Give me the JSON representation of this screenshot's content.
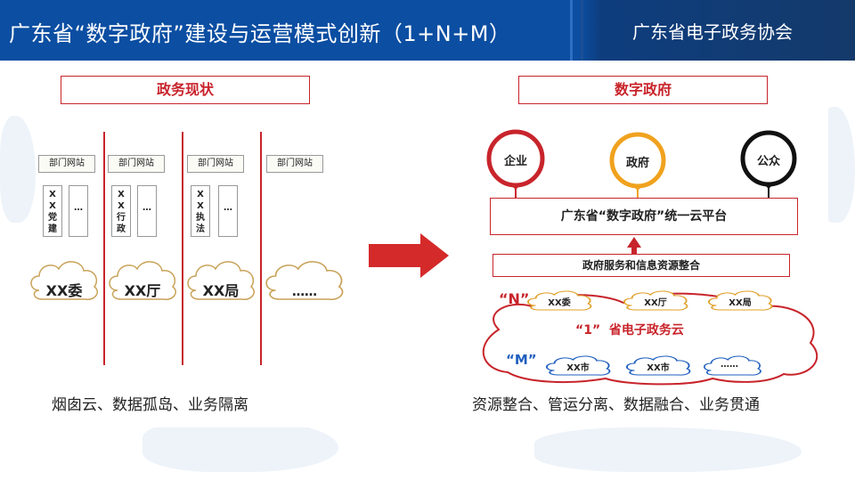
{
  "header": {
    "title": "广东省“数字政府”建设与运营模式创新（1+N+M）",
    "org": "广东省电子政务协会"
  },
  "left": {
    "heading": "政务现状",
    "columns": [
      {
        "site": "部门网站",
        "app_text": "XX党建",
        "more": "…",
        "cloud": "XX委"
      },
      {
        "site": "部门网站",
        "app_text": "XX行政",
        "more": "…",
        "cloud": "XX厅"
      },
      {
        "site": "部门网站",
        "app_text": "XX执法",
        "more": "…",
        "cloud": "XX局"
      },
      {
        "site": "部门网站",
        "cloud": "……"
      }
    ],
    "caption": "烟囱云、数据孤岛、业务隔离"
  },
  "right": {
    "heading": "数字政府",
    "circles": [
      {
        "label": "企业",
        "color": "#c8242b"
      },
      {
        "label": "政府",
        "color": "#f0a21e"
      },
      {
        "label": "公众",
        "color": "#111111"
      }
    ],
    "platform": "广东省“数字政府”统一云平台",
    "integration": "政府服务和信息资源整合",
    "n_label": "“N”",
    "n_clouds": [
      "XX委",
      "XX厅",
      "XX局"
    ],
    "one_label": "“1”  省电子政务云",
    "m_label": "“M”",
    "m_clouds": [
      "XX市",
      "XX市",
      "……"
    ],
    "caption": "资源整合、管运分离、数据融合、业务贯通"
  },
  "colors": {
    "header_blue": "#0b4ea2",
    "accent_red": "#c8242b",
    "arrow_red": "#d42a2a",
    "m_blue": "#1f5fbf"
  }
}
